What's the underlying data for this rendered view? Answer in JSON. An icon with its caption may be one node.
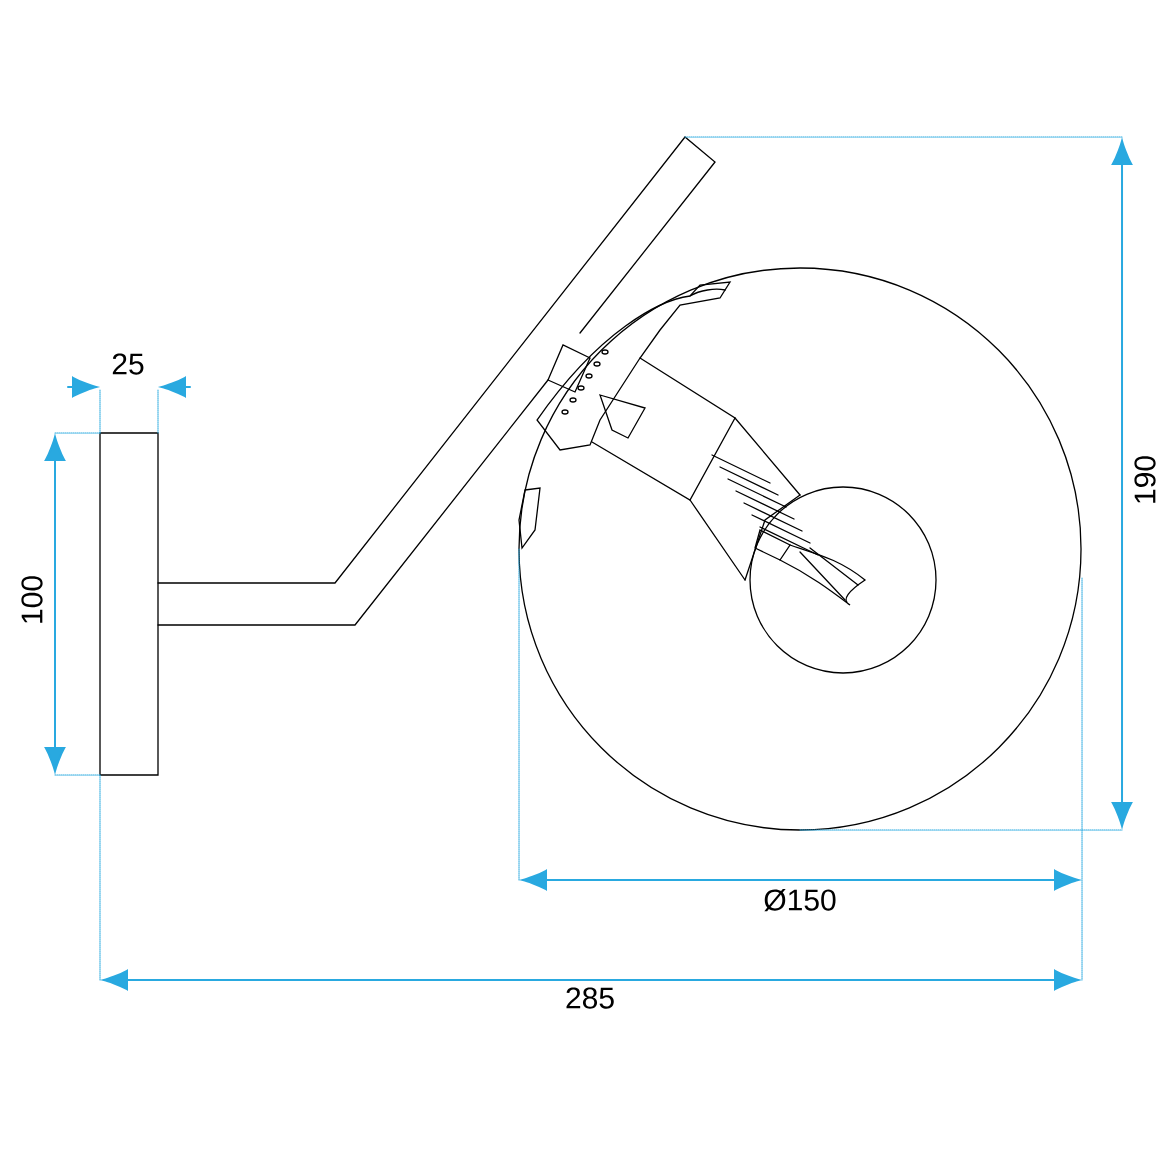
{
  "diagram": {
    "labels": [
      "25",
      "190",
      "100",
      "Ø150",
      "285"
    ]
  }
}
